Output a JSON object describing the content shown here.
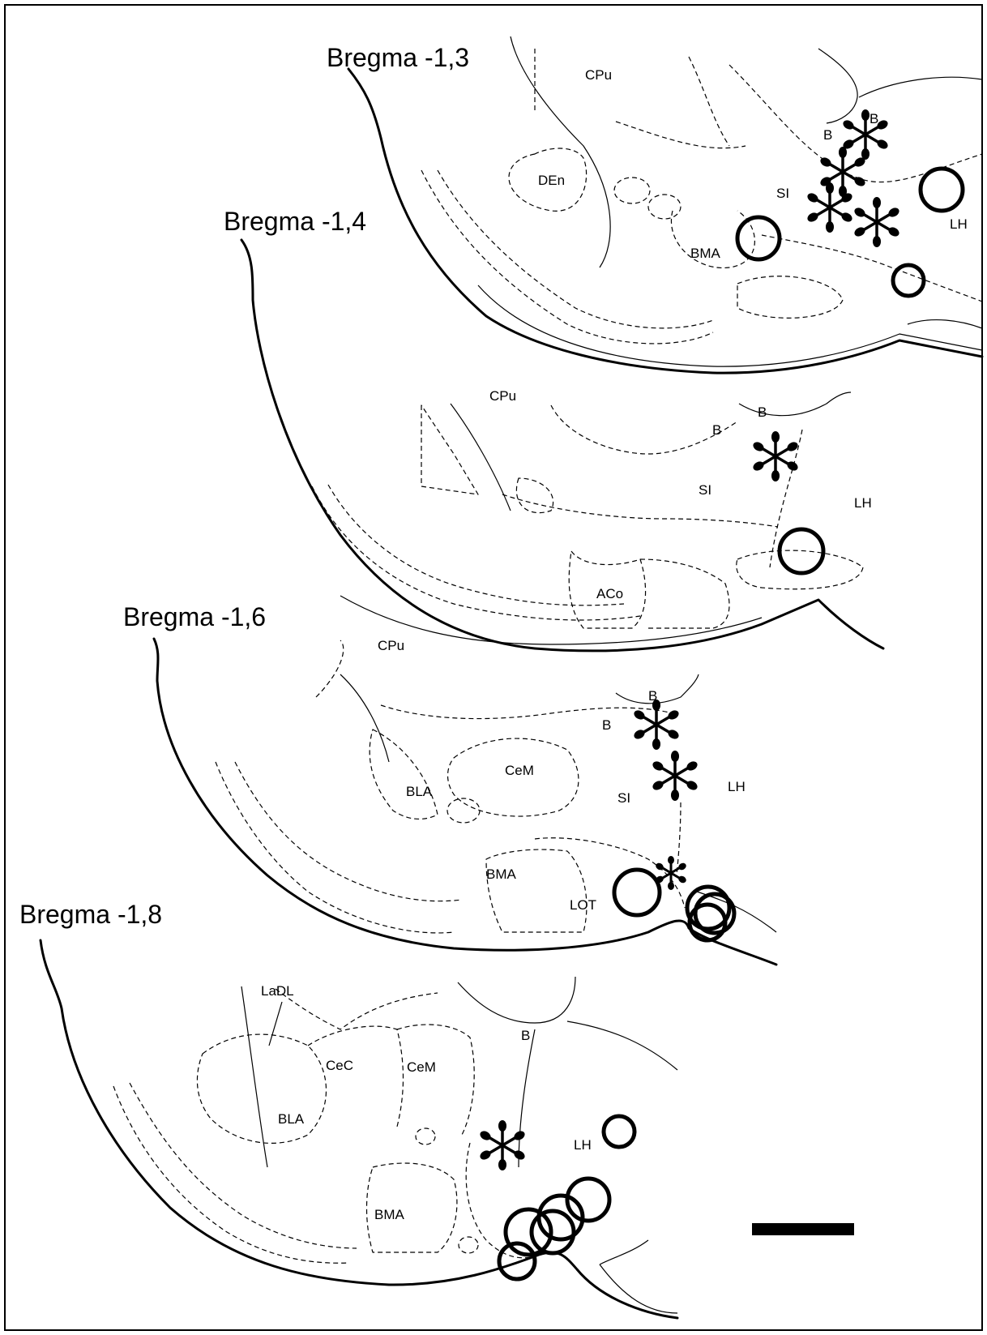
{
  "sections": [
    {
      "title": "Bregma -1,3",
      "labels": [
        "CPu",
        "DEn",
        "BMA",
        "SI",
        "B",
        "B",
        "LH"
      ]
    },
    {
      "title": "Bregma -1,4",
      "labels": [
        "CPu",
        "B",
        "B",
        "SI",
        "LH",
        "ACo"
      ]
    },
    {
      "title": "Bregma -1,6",
      "labels": [
        "CPu",
        "B",
        "B",
        "CeM",
        "BLA",
        "SI",
        "LH",
        "BMA",
        "LOT"
      ]
    },
    {
      "title": "Bregma -1,8",
      "labels": [
        "LaDL",
        "B",
        "CeC",
        "CeM",
        "BLA",
        "LH",
        "BMA"
      ]
    }
  ],
  "colors": {
    "ink": "#000000",
    "background": "#ffffff"
  },
  "symbols": {
    "filled_marker": "asterisk-marker",
    "open_marker": "open-circle-marker"
  }
}
